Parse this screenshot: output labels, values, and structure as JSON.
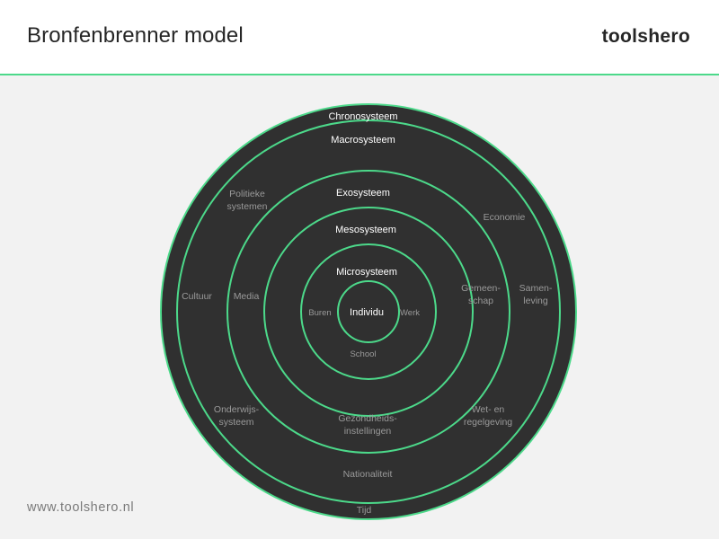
{
  "header": {
    "title": "Bronfenbrenner model",
    "brand": "toolshero"
  },
  "footer": {
    "url": "www.toolshero.nl"
  },
  "colors": {
    "ring_fill": "#303030",
    "ring_stroke": "#4cd98a",
    "accent": "#4cd98a"
  },
  "diagram": {
    "rings": {
      "chronosysteem": "Chronosysteem",
      "macrosysteem": "Macrosysteem",
      "exosysteem": "Exosysteem",
      "mesosysteem": "Mesosysteem",
      "microsysteem": "Microsysteem",
      "individu": "Individu"
    },
    "factors": {
      "tijd": "Tijd",
      "nationaliteit": "Nationaliteit",
      "politieke_1": "Politieke",
      "politieke_2": "systemen",
      "economie": "Economie",
      "cultuur": "Cultuur",
      "samenleving_1": "Samen-",
      "samenleving_2": "leving",
      "onderwijs_1": "Onderwijs-",
      "onderwijs_2": "systeem",
      "wet_1": "Wet- en",
      "wet_2": "regelgeving",
      "media": "Media",
      "gemeenschap_1": "Gemeen-",
      "gemeenschap_2": "schap",
      "gezondheid_1": "Gezondheids-",
      "gezondheid_2": "instellingen",
      "buren": "Buren",
      "werk": "Werk",
      "school": "School"
    }
  }
}
